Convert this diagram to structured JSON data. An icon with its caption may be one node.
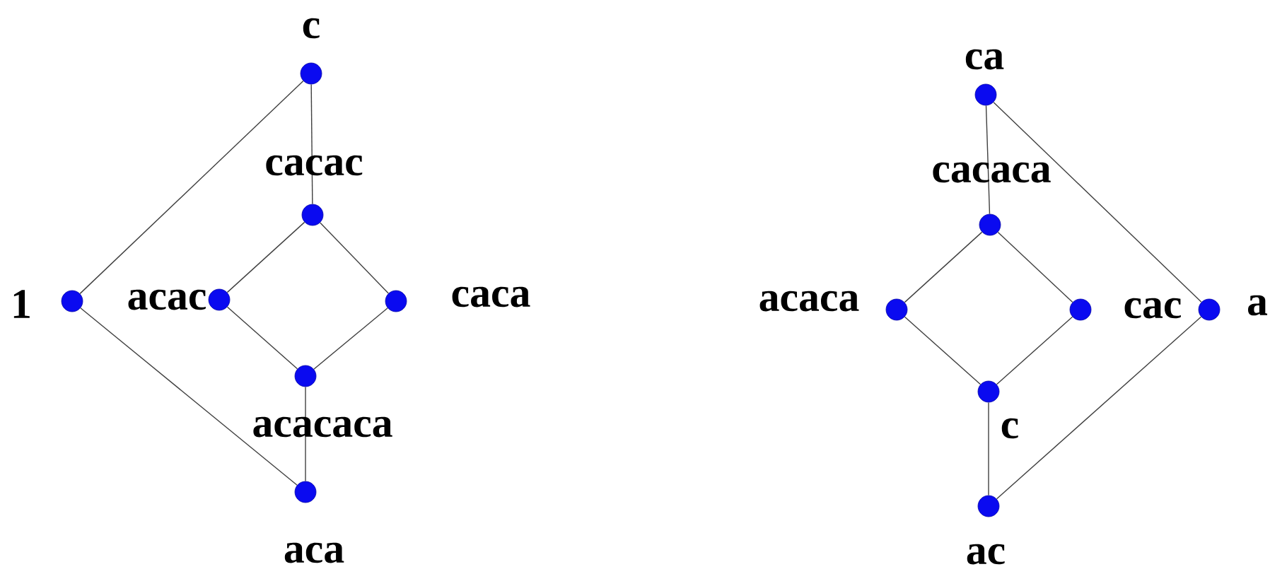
{
  "diagram": {
    "nodes": [
      {
        "text": [],
        "shape": "circle",
        "beside": [
          "c"
        ]
      },
      {
        "text": [],
        "shape": "circle",
        "beside": [
          "1"
        ]
      },
      {
        "text": [],
        "shape": "circle",
        "beside": [
          "cacac"
        ]
      },
      {
        "text": [],
        "shape": "circle",
        "beside": [
          "acac"
        ]
      },
      {
        "text": [],
        "shape": "circle",
        "beside": [
          "caca"
        ]
      },
      {
        "text": [],
        "shape": "circle",
        "beside": [
          "acacaca"
        ]
      },
      {
        "text": [],
        "shape": "circle",
        "beside": [
          "aca"
        ]
      },
      {
        "text": [],
        "shape": "circle",
        "beside": [
          "ca"
        ]
      },
      {
        "text": [],
        "shape": "circle",
        "beside": [
          "cacaca"
        ]
      },
      {
        "text": [],
        "shape": "circle",
        "beside": [
          "acaca"
        ]
      },
      {
        "text": [],
        "shape": "circle",
        "beside": [
          "cac"
        ]
      },
      {
        "text": [],
        "shape": "circle",
        "beside": [
          "a"
        ]
      },
      {
        "text": [],
        "shape": "circle",
        "beside": [
          "c"
        ]
      },
      {
        "text": [],
        "shape": "circle",
        "beside": [
          "ac"
        ]
      }
    ],
    "edges": [
      {
        "from": 0,
        "to": 2,
        "arrow": "none"
      },
      {
        "from": 0,
        "to": 1,
        "arrow": "none"
      },
      {
        "from": 2,
        "to": 3,
        "arrow": "none"
      },
      {
        "from": 2,
        "to": 4,
        "arrow": "none"
      },
      {
        "from": 3,
        "to": 5,
        "arrow": "none"
      },
      {
        "from": 4,
        "to": 5,
        "arrow": "none"
      },
      {
        "from": 5,
        "to": 6,
        "arrow": "none"
      },
      {
        "from": 1,
        "to": 6,
        "arrow": "none"
      },
      {
        "from": 7,
        "to": 8,
        "arrow": "none"
      },
      {
        "from": 7,
        "to": 11,
        "arrow": "none"
      },
      {
        "from": 8,
        "to": 9,
        "arrow": "none"
      },
      {
        "from": 8,
        "to": 10,
        "arrow": "none"
      },
      {
        "from": 9,
        "to": 12,
        "arrow": "none"
      },
      {
        "from": 10,
        "to": 12,
        "arrow": "none"
      },
      {
        "from": 12,
        "to": 13,
        "arrow": "none"
      },
      {
        "from": 11,
        "to": 13,
        "arrow": "none"
      }
    ]
  }
}
